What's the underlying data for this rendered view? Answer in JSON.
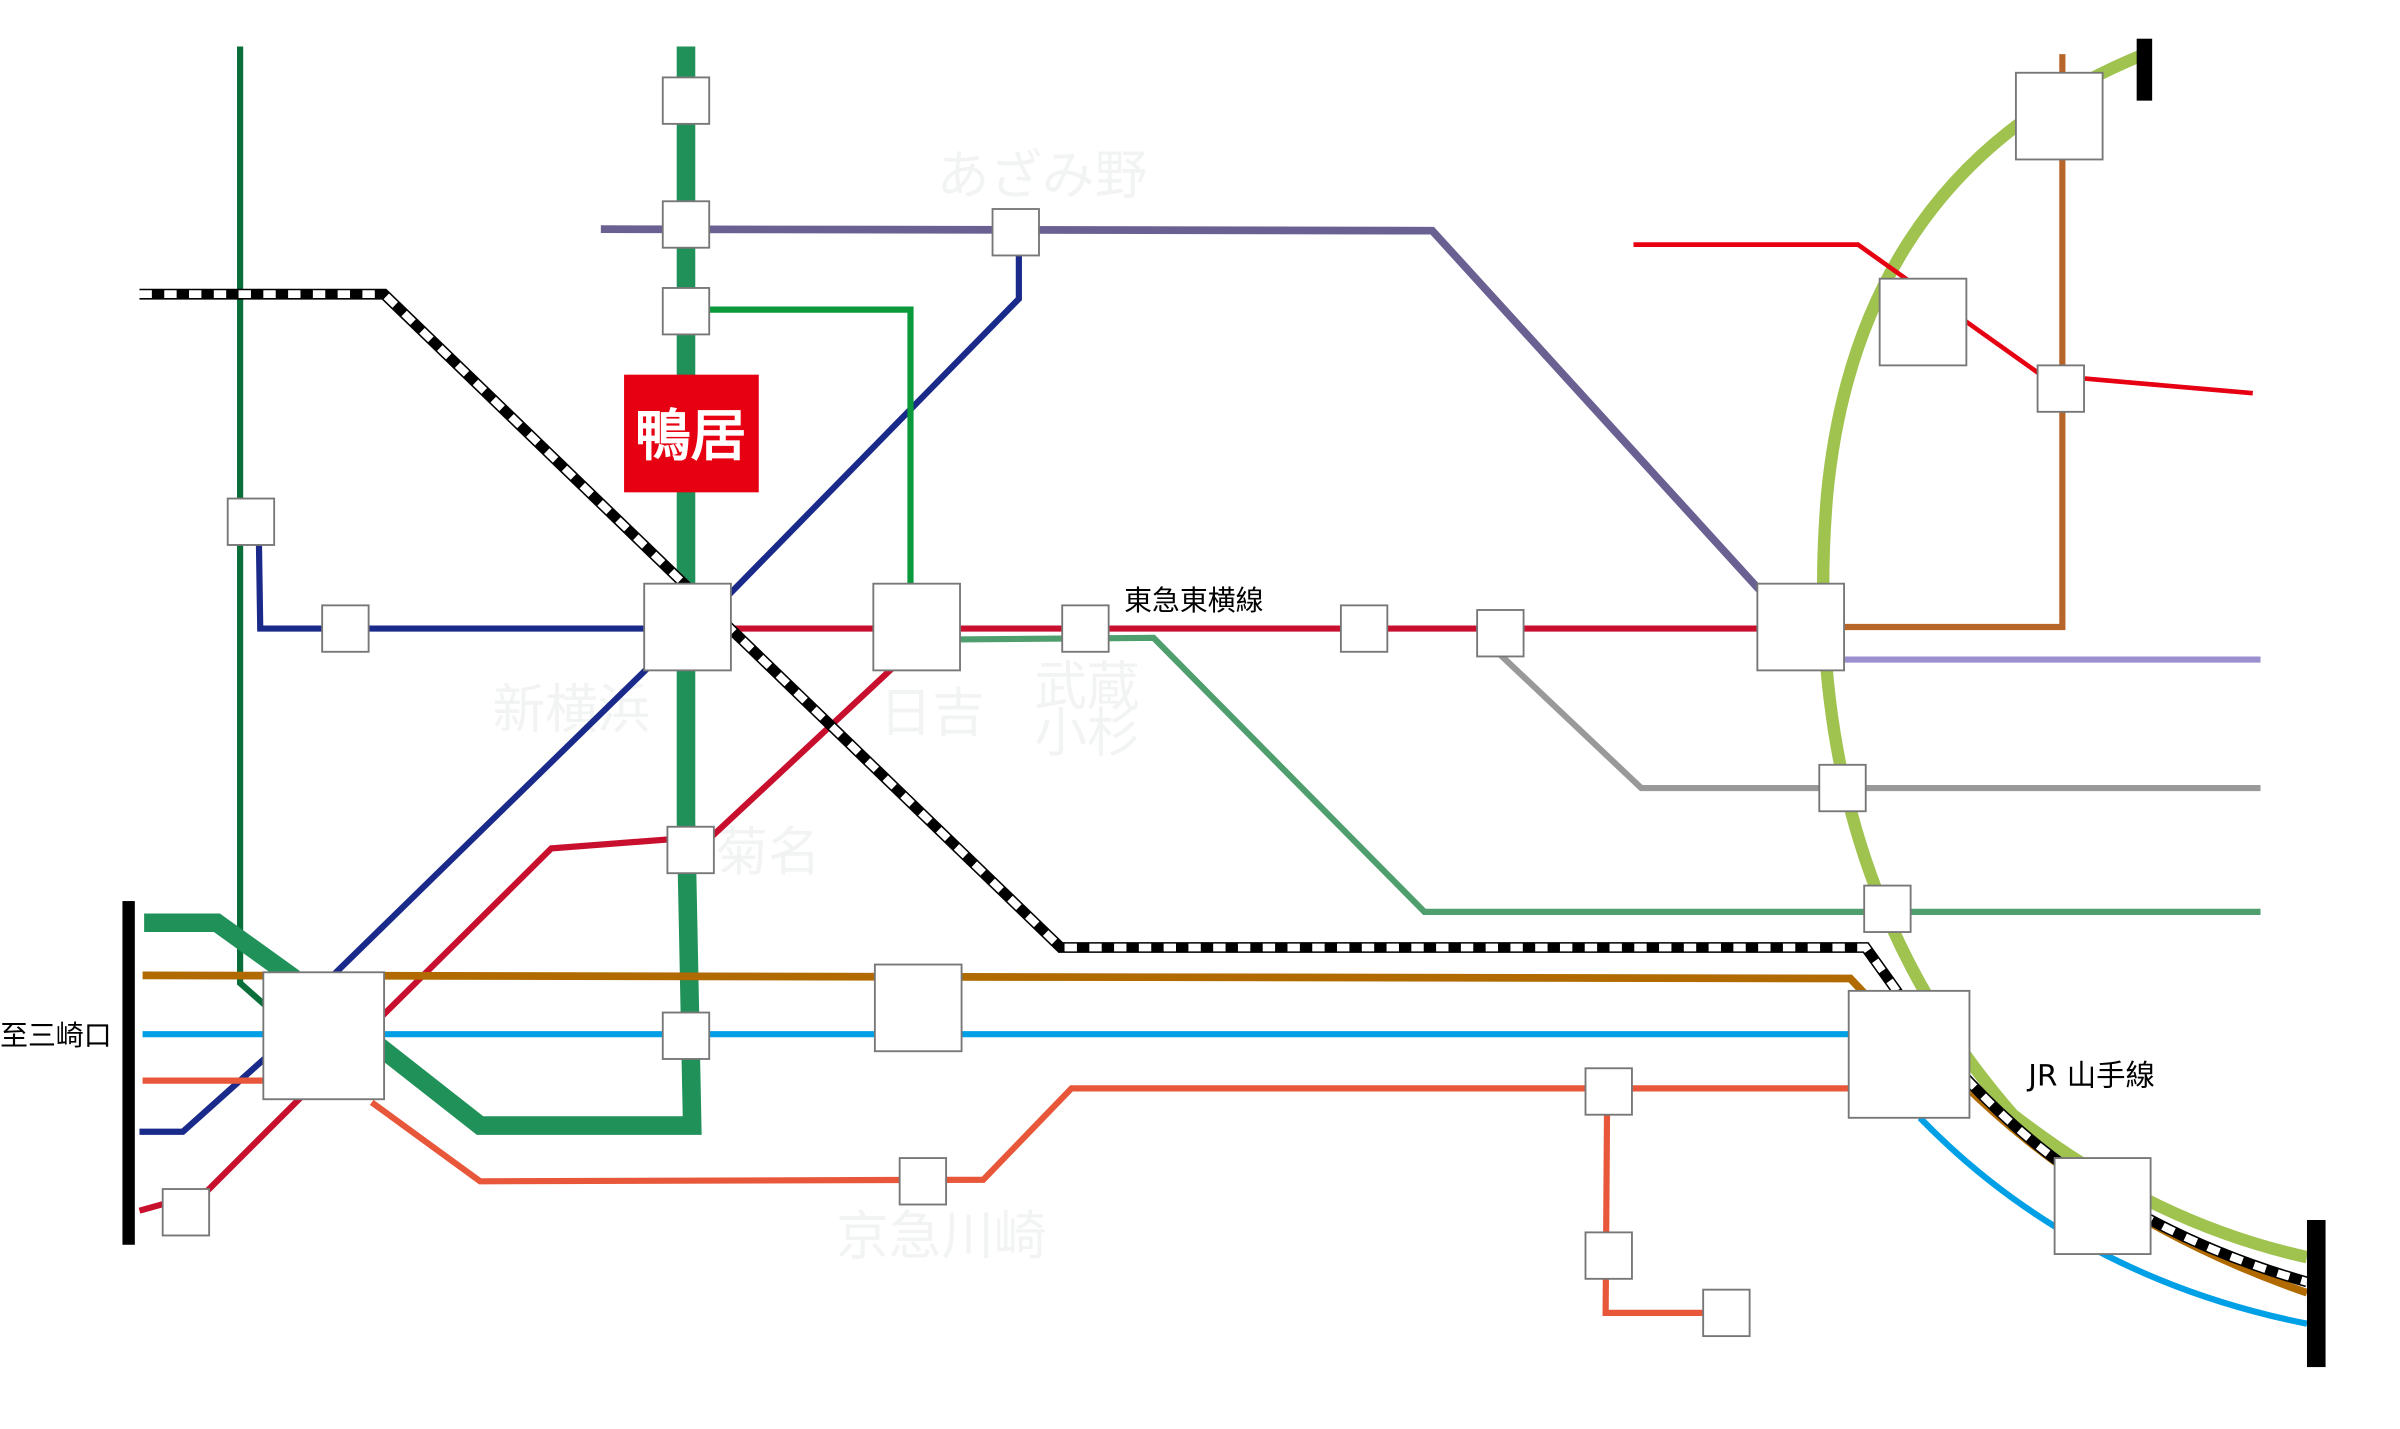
{
  "map": {
    "station_highlight": "鴨居",
    "line_labels": {
      "toyoko": "東急東横線",
      "yamanote": "JR 山手線",
      "misakiguchi": "至三崎口"
    },
    "faint_stations": {
      "azamino": "あざみ野",
      "shinyokohama": "新横浜",
      "hiyoshi": "日吉",
      "musashi": "武蔵",
      "kosugi": "小杉",
      "kikuna": "菊名",
      "keikyu_kawasaki": "京急川崎"
    },
    "colors": {
      "highlight": "#e60012",
      "yokohama_line": "#21915a",
      "thin_green": "#0a6e3a",
      "purple": "#6a6192",
      "navy": "#1a2a8a",
      "green": "#0a9a3c",
      "toyoko_red": "#c8102e",
      "teal": "#4f9e6e",
      "gold": "#b06a00",
      "cyan": "#00a0e6",
      "orange": "#e8573a",
      "yamanote": "#a0c350",
      "brown": "#b8652a",
      "red": "#e60012",
      "lavender": "#9b8fd0",
      "gray": "#999999"
    }
  }
}
